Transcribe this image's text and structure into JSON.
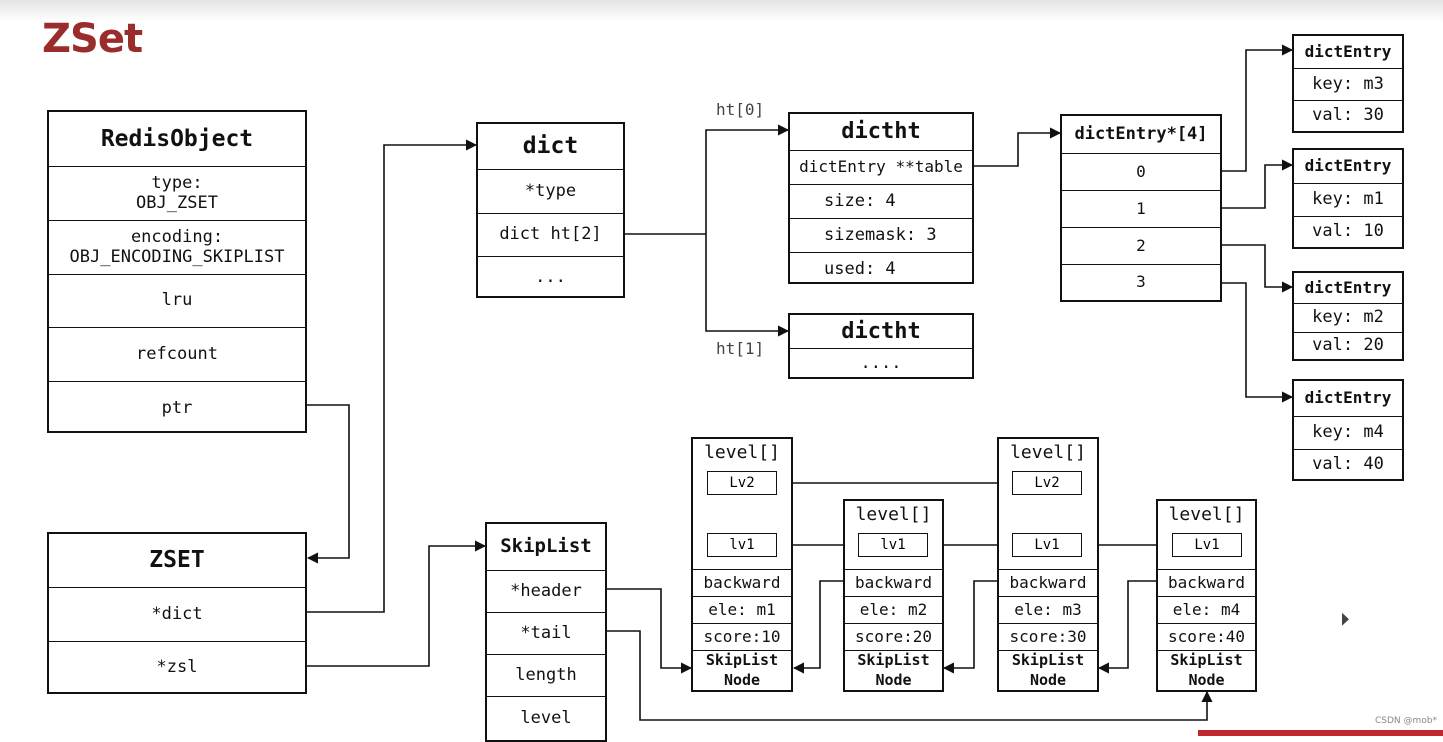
{
  "title": "ZSet",
  "watermark": "CSDN @mob*",
  "redis_object": {
    "header": "RedisObject",
    "type_label": "type:",
    "type_value": "OBJ_ZSET",
    "encoding_label": "encoding:",
    "encoding_value": "OBJ_ENCODING_SKIPLIST",
    "lru": "lru",
    "refcount": "refcount",
    "ptr": "ptr"
  },
  "zset": {
    "header": "ZSET",
    "dict": "*dict",
    "zsl": "*zsl"
  },
  "dict": {
    "header": "dict",
    "type": "*type",
    "ht": "dict ht[2]",
    "more": "..."
  },
  "ht0_label": "ht[0]",
  "ht1_label": "ht[1]",
  "dictht0": {
    "header": "dictht",
    "table": "dictEntry **table",
    "size": "size: 4",
    "sizemask": "sizemask: 3",
    "used": "used: 4"
  },
  "dictht1": {
    "header": "dictht",
    "more": "...."
  },
  "bucket_array": {
    "header": "dictEntry*[4]",
    "slots": [
      "0",
      "1",
      "2",
      "3"
    ]
  },
  "dict_entries": [
    {
      "header": "dictEntry",
      "key": "key: m3",
      "val": "val: 30"
    },
    {
      "header": "dictEntry",
      "key": "key: m1",
      "val": "val: 10"
    },
    {
      "header": "dictEntry",
      "key": "key: m2",
      "val": "val: 20"
    },
    {
      "header": "dictEntry",
      "key": "key: m4",
      "val": "val: 40"
    }
  ],
  "skiplist": {
    "header": "SkipList",
    "header_ptr": "*header",
    "tail_ptr": "*tail",
    "length": "length",
    "level": "level"
  },
  "skip_nodes": [
    {
      "level_label": "level[]",
      "lv2": "Lv2",
      "lv1": "lv1",
      "backward": "backward",
      "ele": "ele: m1",
      "score": "score:10",
      "name_line1": "SkipList",
      "name_line2": "Node"
    },
    {
      "level_label": "level[]",
      "lv1": "lv1",
      "backward": "backward",
      "ele": "ele: m2",
      "score": "score:20",
      "name_line1": "SkipList",
      "name_line2": "Node"
    },
    {
      "level_label": "level[]",
      "lv2": "Lv2",
      "lv1": "Lv1",
      "backward": "backward",
      "ele": "ele: m3",
      "score": "score:30",
      "name_line1": "SkipList",
      "name_line2": "Node"
    },
    {
      "level_label": "level[]",
      "lv1": "Lv1",
      "backward": "backward",
      "ele": "ele: m4",
      "score": "score:40",
      "name_line1": "SkipList",
      "name_line2": "Node"
    }
  ]
}
